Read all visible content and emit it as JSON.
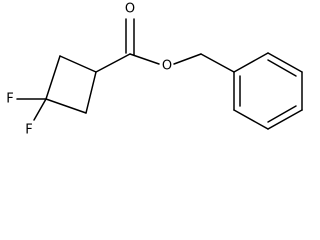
{
  "molecule": {
    "atoms": {
      "fluorine_top": "F",
      "fluorine_bottom": "F",
      "carbonyl_oxygen": "O",
      "ester_oxygen": "O"
    }
  }
}
